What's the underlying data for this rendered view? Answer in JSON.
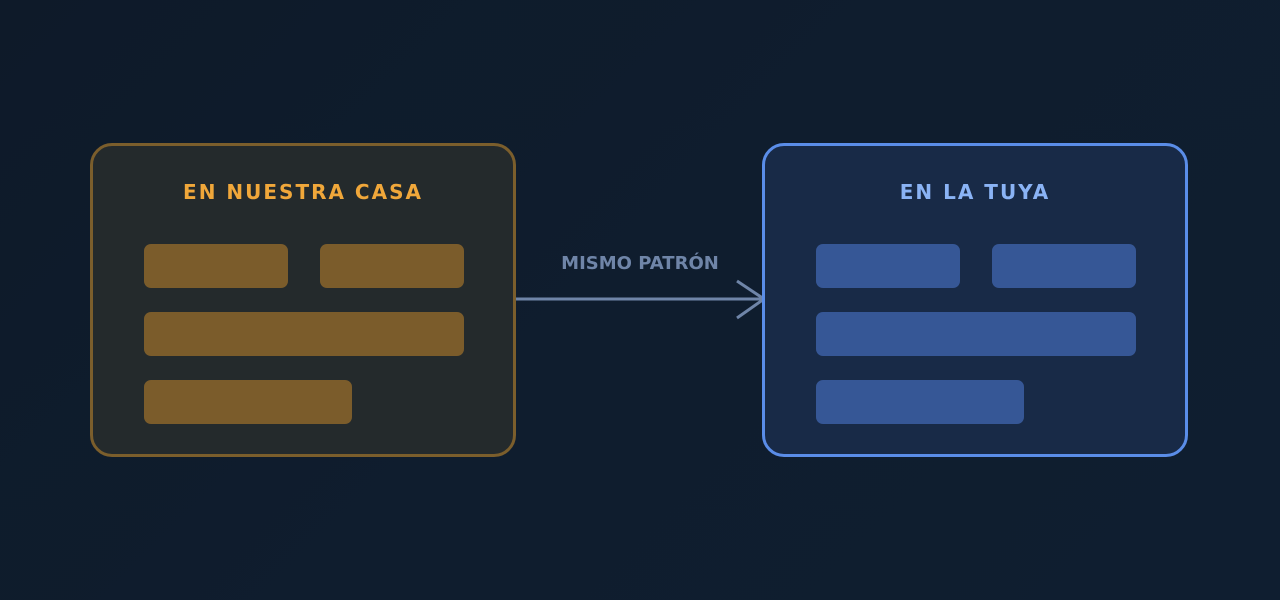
{
  "diagram": {
    "source": {
      "title": "EN NUESTRA CASA",
      "color": "#f0a73a",
      "border_color": "#7b5e2c",
      "block_color": "#7b5c2b"
    },
    "target": {
      "title": "EN LA TUYA",
      "color": "#8ab3f5",
      "border_color": "#5a8de8",
      "block_color": "#365796"
    },
    "connector": {
      "label": "MISMO PATRÓN",
      "color": "#6f85a8",
      "direction": "left-to-right"
    }
  }
}
